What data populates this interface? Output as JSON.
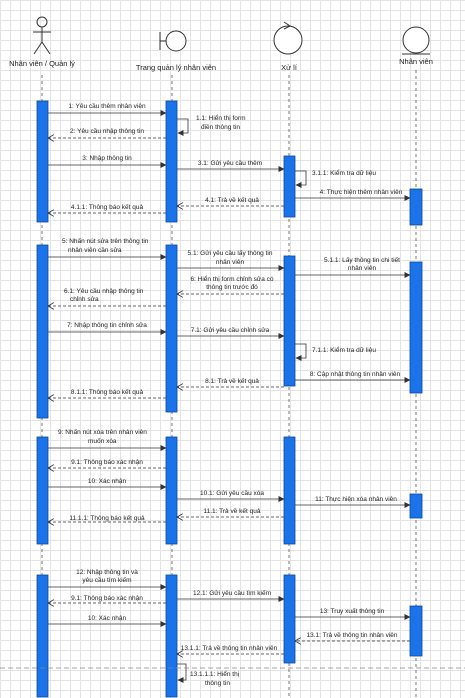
{
  "participants": [
    {
      "name": "Nhân viên / Quản lý",
      "shape": "actor"
    },
    {
      "name": "Trang quản lý nhân viên",
      "shape": "boundary"
    },
    {
      "name": "Xử lí",
      "shape": "control"
    },
    {
      "name": "Nhân viên",
      "shape": "entity"
    }
  ],
  "messages": [
    {
      "from": 0,
      "to": 1,
      "lines": [
        "1: Yêu cầu thêm nhân viên"
      ],
      "style": "solid"
    },
    {
      "from": 1,
      "to": 1,
      "lines": [
        "1.1: Hiển thị form",
        "điền thông tin"
      ],
      "style": "self"
    },
    {
      "from": 1,
      "to": 0,
      "lines": [
        "2: Yêu cầu nhập thông tin"
      ],
      "style": "dashed"
    },
    {
      "from": 0,
      "to": 1,
      "lines": [
        "3: Nhập thông tin"
      ],
      "style": "solid"
    },
    {
      "from": 1,
      "to": 2,
      "lines": [
        "3.1: Gửi yêu cầu thêm"
      ],
      "style": "solid"
    },
    {
      "from": 2,
      "to": 2,
      "lines": [
        "3.1.1: Kiểm tra dữ liệu"
      ],
      "style": "self"
    },
    {
      "from": 2,
      "to": 3,
      "lines": [
        "4: Thực hiện thêm nhân viên"
      ],
      "style": "solid"
    },
    {
      "from": 2,
      "to": 1,
      "lines": [
        "4.1: Trả về kết quả"
      ],
      "style": "dashed"
    },
    {
      "from": 1,
      "to": 0,
      "lines": [
        "4.1.1: Thông báo kết quả"
      ],
      "style": "dashed"
    },
    {
      "from": 0,
      "to": 1,
      "lines": [
        "5: Nhấn nút sửa trên thông tin",
        "nhân viên cần sửa"
      ],
      "style": "solid"
    },
    {
      "from": 1,
      "to": 2,
      "lines": [
        "5.1: Gửi yêu cầu lấy thông tin",
        "nhân viên"
      ],
      "style": "solid"
    },
    {
      "from": 2,
      "to": 3,
      "lines": [
        "5.1.1: Lấy thông tin chi tiết",
        "nhân viên"
      ],
      "style": "solid"
    },
    {
      "from": 2,
      "to": 1,
      "lines": [
        "6: Hiển thị form chỉnh sửa có",
        "thông tin trước đó"
      ],
      "style": "dashed"
    },
    {
      "from": 1,
      "to": 0,
      "lines": [
        "6.1: Yêu cầu nhập thông tin",
        "chỉnh sửa"
      ],
      "style": "dashed"
    },
    {
      "from": 0,
      "to": 1,
      "lines": [
        "7: Nhập thông tin chỉnh sửa"
      ],
      "style": "solid"
    },
    {
      "from": 1,
      "to": 2,
      "lines": [
        "7.1: Gửi yêu cầu chỉnh sửa"
      ],
      "style": "solid"
    },
    {
      "from": 2,
      "to": 2,
      "lines": [
        "7.1.1: Kiểm tra dữ liệu"
      ],
      "style": "self"
    },
    {
      "from": 2,
      "to": 3,
      "lines": [
        "8: Cập nhật thông tin nhân viên"
      ],
      "style": "solid"
    },
    {
      "from": 2,
      "to": 1,
      "lines": [
        "8.1: Trả về kết quả"
      ],
      "style": "dashed"
    },
    {
      "from": 1,
      "to": 0,
      "lines": [
        "8.1.1: Thông báo kết quả"
      ],
      "style": "dashed"
    },
    {
      "from": 0,
      "to": 1,
      "lines": [
        "9: Nhấn nút xóa trên nhân viên",
        "muốn xóa"
      ],
      "style": "solid"
    },
    {
      "from": 1,
      "to": 0,
      "lines": [
        "9.1: Thông báo xác nhận"
      ],
      "style": "dashed"
    },
    {
      "from": 0,
      "to": 1,
      "lines": [
        "10: Xác nhận"
      ],
      "style": "solid"
    },
    {
      "from": 1,
      "to": 2,
      "lines": [
        "10.1: Gửi yêu cầu xóa"
      ],
      "style": "solid"
    },
    {
      "from": 2,
      "to": 3,
      "lines": [
        "11: Thực hiện xóa nhân viên"
      ],
      "style": "solid"
    },
    {
      "from": 2,
      "to": 1,
      "lines": [
        "11.1: Trả về kết quả"
      ],
      "style": "dashed"
    },
    {
      "from": 1,
      "to": 0,
      "lines": [
        "11.1.1: Thông báo kết quả"
      ],
      "style": "dashed"
    },
    {
      "from": 0,
      "to": 1,
      "lines": [
        "12: Nhập thông tin và",
        "yêu cầu tìm kiếm"
      ],
      "style": "solid"
    },
    {
      "from": 1,
      "to": 0,
      "lines": [
        "9.1: Thông báo xác nhận"
      ],
      "style": "dashed"
    },
    {
      "from": 1,
      "to": 2,
      "lines": [
        "12.1: Gửi yêu cầu tìm kiếm"
      ],
      "style": "solid"
    },
    {
      "from": 2,
      "to": 3,
      "lines": [
        "13: Truy xuất thông tin"
      ],
      "style": "solid"
    },
    {
      "from": 0,
      "to": 1,
      "lines": [
        "10: Xác nhận"
      ],
      "style": "solid"
    },
    {
      "from": 3,
      "to": 2,
      "lines": [
        "13.1: Trả về thông tin nhân viên"
      ],
      "style": "dashed"
    },
    {
      "from": 2,
      "to": 1,
      "lines": [
        "13.1.1: Trả về thông tin nhân viên"
      ],
      "style": "dashed"
    },
    {
      "from": 1,
      "to": 1,
      "lines": [
        "13.1.1.1: Hiển thị",
        "thông tin"
      ],
      "style": "self"
    }
  ],
  "colors": {
    "activation": "#1a73e8",
    "activation_border": "#0d47a1",
    "line": "#333333",
    "text": "#222222"
  }
}
